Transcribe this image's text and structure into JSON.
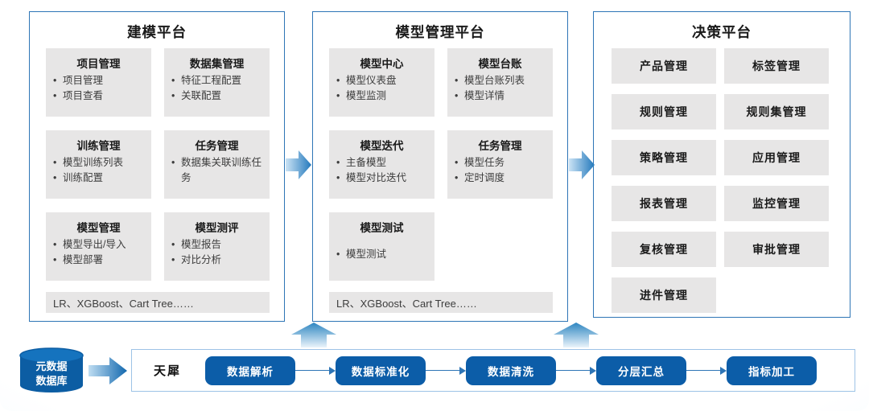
{
  "platforms": [
    {
      "title": "建模平台",
      "cards": [
        {
          "title": "项目管理",
          "items": [
            "项目管理",
            "项目查看"
          ]
        },
        {
          "title": "数据集管理",
          "items": [
            "特征工程配置",
            "关联配置"
          ]
        },
        {
          "title": "训练管理",
          "items": [
            "模型训练列表",
            "训练配置"
          ]
        },
        {
          "title": "任务管理",
          "items": [
            "数据集关联训练任务"
          ]
        },
        {
          "title": "模型管理",
          "items": [
            "模型导出/导入",
            "模型部署"
          ]
        },
        {
          "title": "模型测评",
          "items": [
            "模型报告",
            "对比分析"
          ]
        }
      ],
      "footer": "LR、XGBoost、Cart Tree……"
    },
    {
      "title": "模型管理平台",
      "cards": [
        {
          "title": "模型中心",
          "items": [
            "模型仪表盘",
            "模型监测"
          ]
        },
        {
          "title": "模型台账",
          "items": [
            "模型台账列表",
            "模型详情"
          ]
        },
        {
          "title": "模型迭代",
          "items": [
            "主备模型",
            "模型对比迭代"
          ]
        },
        {
          "title": "任务管理",
          "items": [
            "模型任务",
            "定时调度"
          ]
        },
        {
          "title": "模型测试",
          "items": [
            "模型测试"
          ]
        }
      ],
      "footer": "LR、XGBoost、Cart Tree……"
    },
    {
      "title": "决策平台",
      "tiles": [
        "产品管理",
        "标签管理",
        "规则管理",
        "规则集管理",
        "策略管理",
        "应用管理",
        "报表管理",
        "监控管理",
        "复核管理",
        "审批管理",
        "进件管理"
      ]
    }
  ],
  "pipeline": {
    "source_line1": "元数据",
    "source_line2": "数据库",
    "engine_label": "天犀",
    "steps": [
      "数据解析",
      "数据标准化",
      "数据清洗",
      "分层汇总",
      "指标加工"
    ]
  },
  "colors": {
    "panel_border": "#2E75B6",
    "card_gray": "#E7E6E6",
    "deep_blue": "#0C5DA8",
    "bar_border": "#9DC3E6",
    "arrow_light": "#BFDDF2"
  }
}
